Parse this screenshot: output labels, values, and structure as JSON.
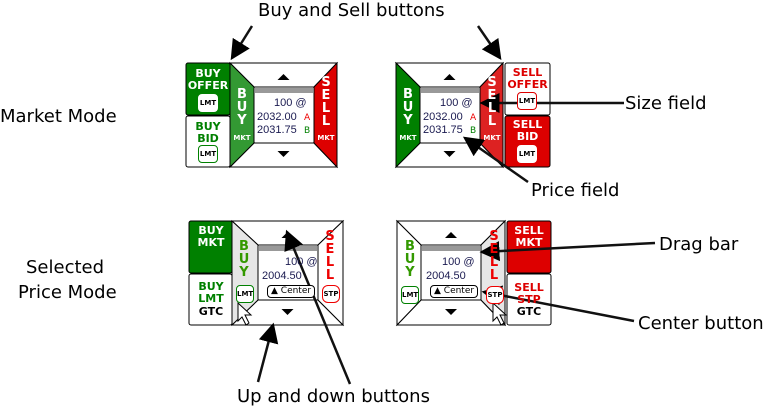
{
  "annotations": {
    "buy_sell_buttons": "Buy and Sell buttons",
    "market_mode": "Market Mode",
    "size_field": "Size field",
    "price_field": "Price field",
    "selected_price_mode_1": "Selected",
    "selected_price_mode_2": "Price Mode",
    "drag_bar": "Drag bar",
    "center_button": "Center button",
    "up_down_buttons": "Up and down buttons"
  },
  "market_widgets": {
    "size": "100 @",
    "ask": "2032.00",
    "ask_tag": "A",
    "bid": "2031.75",
    "bid_tag": "B",
    "buy_vertical": "B\nU\nY",
    "sell_vertical": "S\nE\nL\nL",
    "mkt": "MKT",
    "lmt": "LMT",
    "buy_offer": "BUY\nOFFER",
    "buy_bid": "BUY\nBID",
    "sell_offer": "SELL\nOFFER",
    "sell_bid": "SELL\nBID"
  },
  "price_widgets": {
    "size": "100 @",
    "price": "2004.50",
    "center": "▲ Center",
    "buy_vertical": "B\nU\nY",
    "sell_vertical": "S\nE\nL\nL",
    "lmt": "LMT",
    "stp": "STP",
    "buy_mkt": "BUY\nMKT",
    "buy_lmt": "BUY\nLMT",
    "gtc": "GTC",
    "sell_mkt": "SELL\nMKT",
    "sell_stp": "SELL\nSTP"
  },
  "colors": {
    "green": "#008000",
    "red": "#dd0000",
    "buy_side": "#339933",
    "sell_side": "#dd2222",
    "gray": "#e6e6e6"
  }
}
